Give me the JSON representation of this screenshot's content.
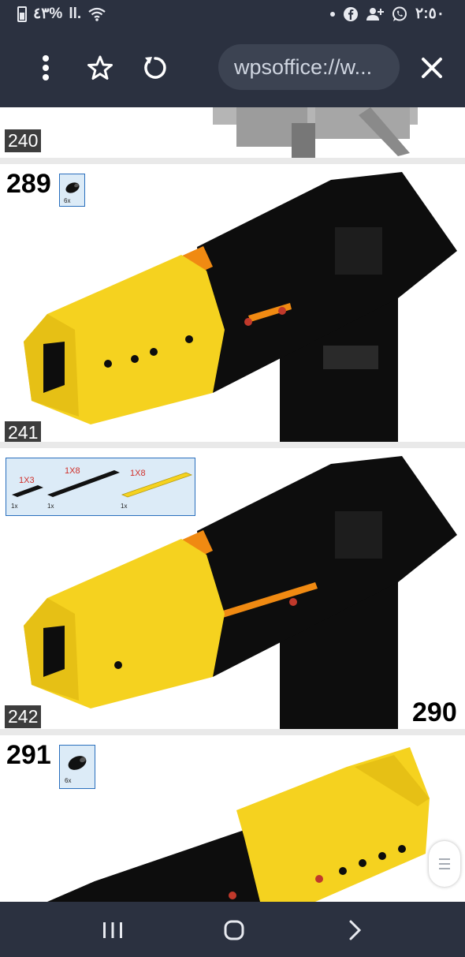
{
  "status_bar": {
    "battery_percent": "٤٣%",
    "signal": "ll.",
    "time": "٢:٥٠"
  },
  "toolbar": {
    "url": "wpsoffice://w..."
  },
  "pages": [
    {
      "page_label": "240"
    },
    {
      "page_label": "241",
      "step": "289",
      "part_qty": "6x"
    },
    {
      "page_label": "242",
      "step": "290",
      "parts": [
        {
          "length": "1X3",
          "qty": "1x"
        },
        {
          "length": "1X8",
          "qty": "1x"
        },
        {
          "length": "1X8",
          "qty": "1x"
        }
      ]
    },
    {
      "step": "291",
      "part_qty": "6x"
    }
  ],
  "icons": {
    "menu": "kebab-menu-icon",
    "bookmark": "star-icon",
    "reload": "reload-icon",
    "close": "close-icon"
  },
  "colors": {
    "chrome": "#2b3140",
    "url_pill": "#3c4352",
    "lego_yellow": "#f5d21f",
    "lego_black": "#0d0d0d",
    "lego_orange": "#f08a12",
    "callout_border": "#2a6fbd",
    "callout_fill": "#dcebf7"
  }
}
